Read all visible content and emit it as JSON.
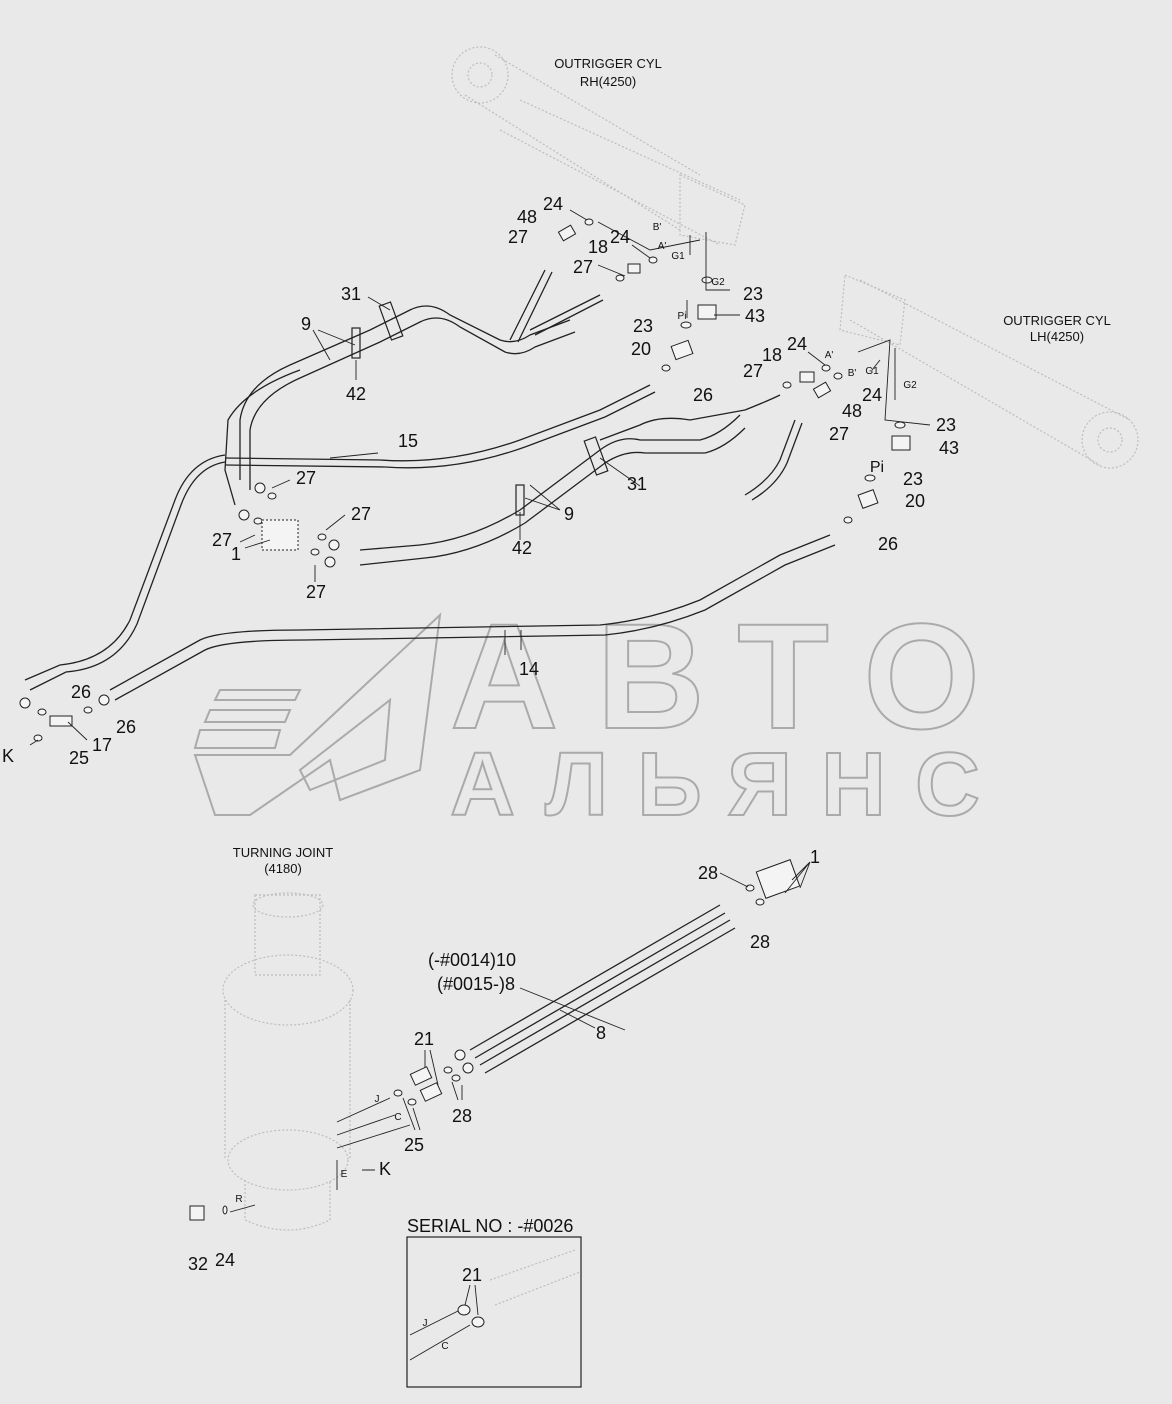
{
  "titles": {
    "rh_cyl_1": "OUTRIGGER CYL",
    "rh_cyl_2": "RH(4250)",
    "lh_cyl_1": "OUTRIGGER CYL",
    "lh_cyl_2": "LH(4250)",
    "turning_1": "TURNING JOINT",
    "turning_2": "(4180)",
    "serial": "SERIAL NO : -#0026"
  },
  "watermark": {
    "line1": "АВТО",
    "line2": "АЛЬЯНС"
  },
  "callouts": {
    "c24a": "24",
    "c48a": "48",
    "c27a": "27",
    "c24b": "24",
    "c18a": "18",
    "c27b": "27",
    "c23a": "23",
    "c43a": "43",
    "c23b": "23",
    "c20a": "20",
    "c26a": "26",
    "c31a": "31",
    "c9a": "9",
    "c42a": "42",
    "c15": "15",
    "c18b": "18",
    "c24c": "24",
    "c27c": "27",
    "c24d": "24",
    "c48b": "48",
    "c27d": "27",
    "c23c": "23",
    "c43b": "43",
    "c23d": "23",
    "c20b": "20",
    "c26b": "26",
    "c31b": "31",
    "c9b": "9",
    "c42b": "42",
    "c27e": "27",
    "c27f": "27",
    "c27g": "27",
    "c1a": "1",
    "c27h": "27",
    "c14": "14",
    "c26c": "26",
    "c26d": "26",
    "c17": "17",
    "c25a": "25",
    "cKa": "K",
    "c28a": "28",
    "c1b": "1",
    "c28b": "28",
    "c10": "(-#0014)10",
    "c8a": "(#0015-)8",
    "c8b": "8",
    "c21a": "21",
    "c28c": "28",
    "c25b": "25",
    "cKb": "K",
    "c32": "32",
    "c24e": "24",
    "c21b": "21"
  },
  "port_labels": {
    "pB1": "B'",
    "pA1": "A'",
    "pG1a": "G1",
    "pG2a": "G2",
    "pPi1": "Pi",
    "pA2": "A'",
    "pB2": "B'",
    "pG1b": "G1",
    "pG2b": "G2",
    "pPi2": "Pi",
    "pJ": "J",
    "pC": "C",
    "pE": "E",
    "pR": "R",
    "pJ2": "J",
    "pC2": "C"
  }
}
